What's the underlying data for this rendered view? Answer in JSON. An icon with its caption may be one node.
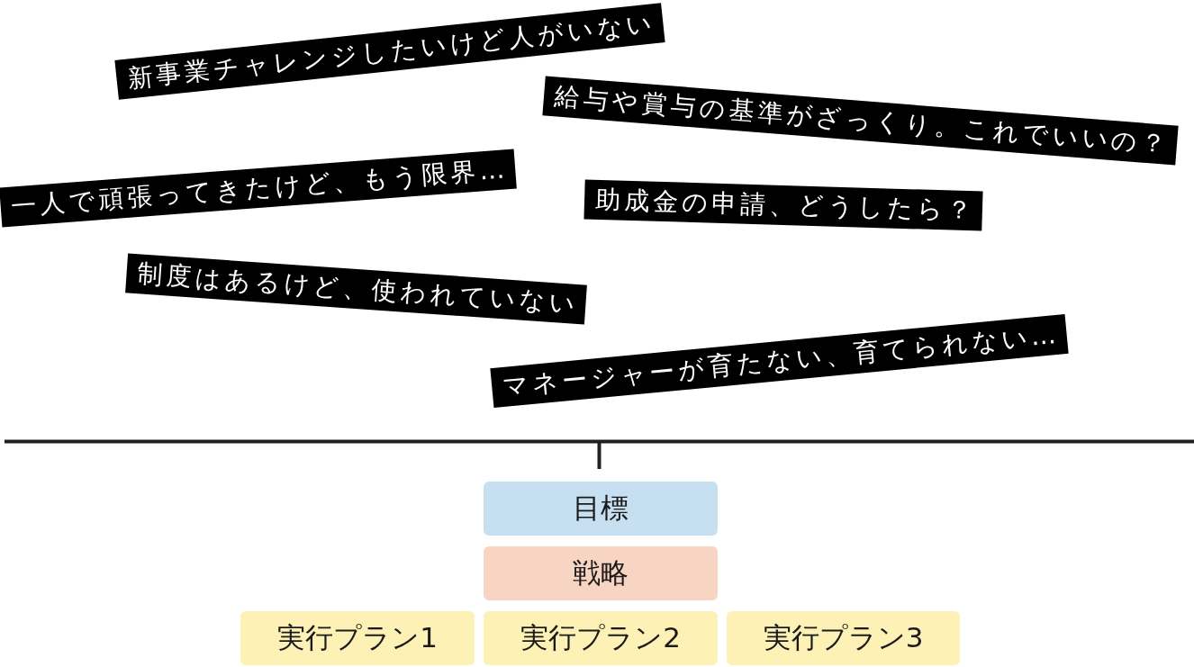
{
  "diagram": {
    "nodes": [
      {
        "text": [
          "新事業チャレンジしたいけど人がいない"
        ]
      },
      {
        "text": [
          "給与や賞与の基準がざっくり。これでいいの？"
        ]
      },
      {
        "text": [
          "一人で頑張ってきたけど、もう限界…"
        ]
      },
      {
        "text": [
          "助成金の申請、どうしたら？"
        ]
      },
      {
        "text": [
          "制度はあるけど、使われていない"
        ]
      },
      {
        "text": [
          "マネージャーが育たない、育てられない…"
        ]
      },
      {
        "text": [
          "目標"
        ]
      },
      {
        "text": [
          "戦略"
        ]
      },
      {
        "text": [
          "実行プラン1"
        ]
      },
      {
        "text": [
          "実行プラン2"
        ]
      },
      {
        "text": [
          "実行プラン3"
        ]
      }
    ]
  }
}
